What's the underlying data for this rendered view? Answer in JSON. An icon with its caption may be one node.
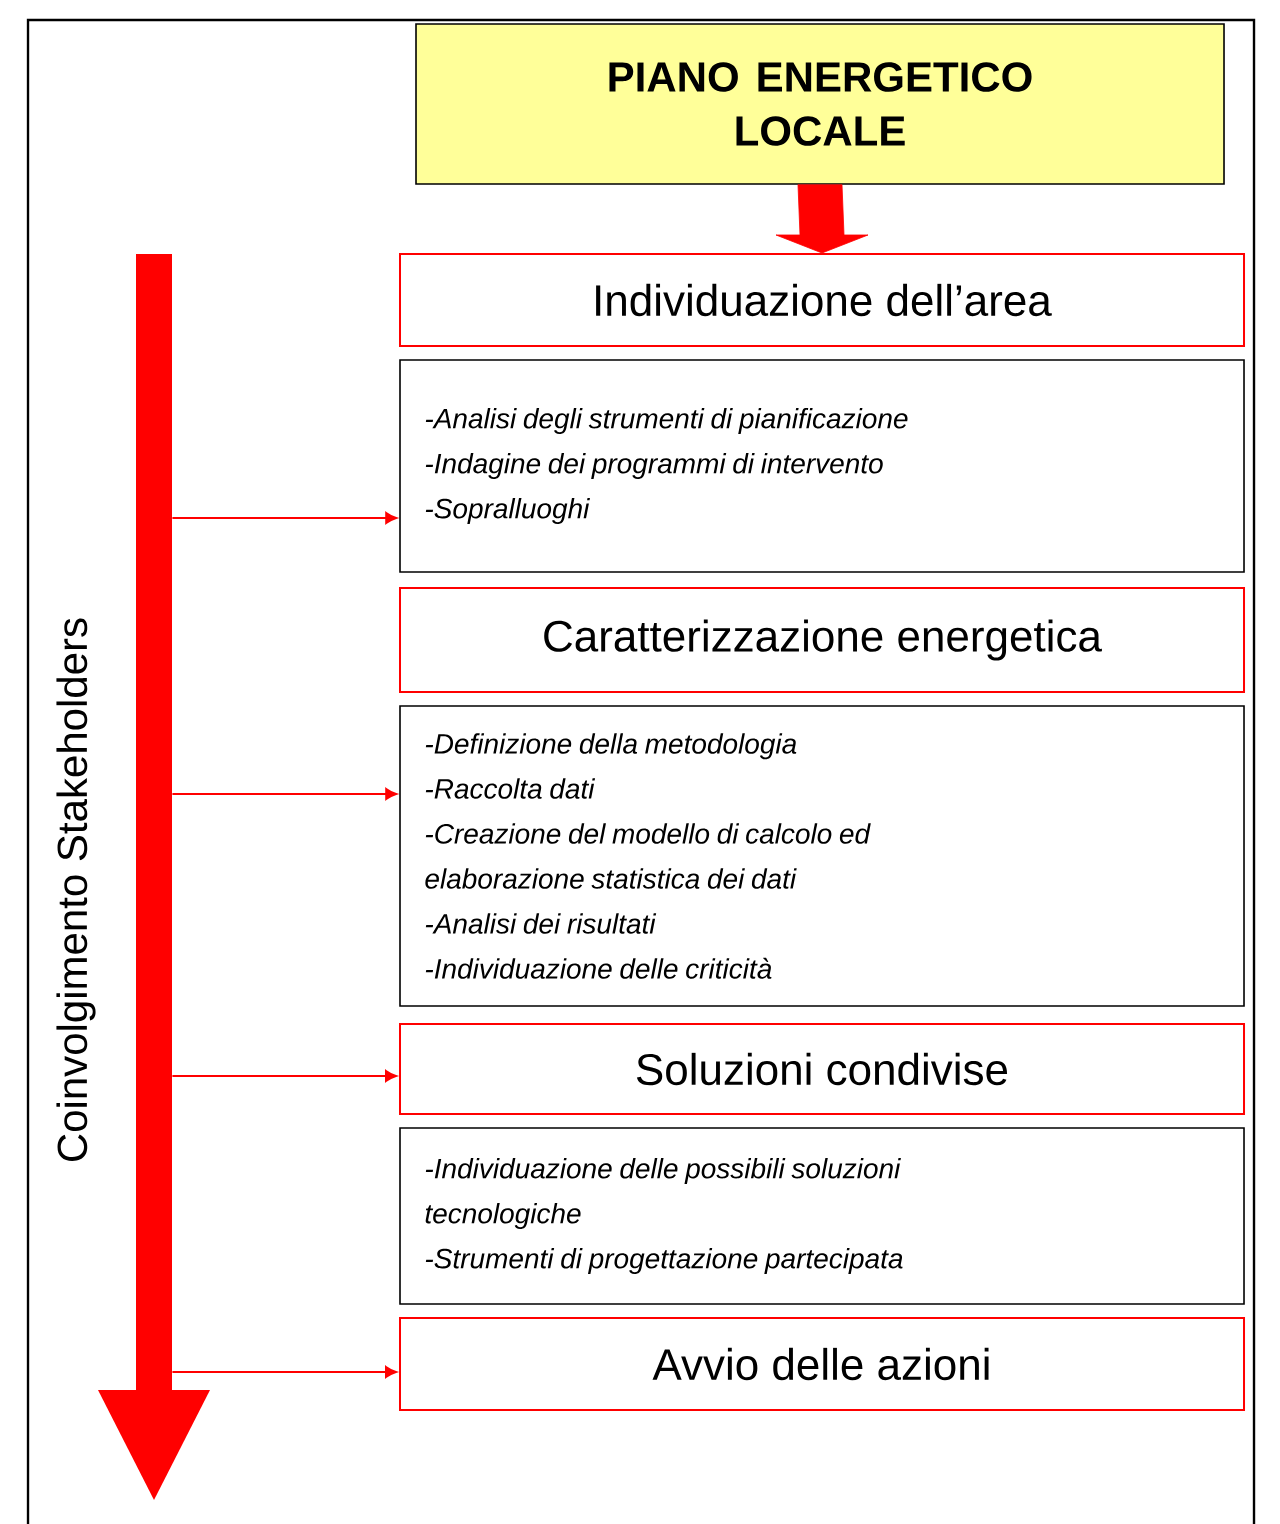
{
  "diagram": {
    "nodes": [
      {
        "text": [
          "PIANO ENERGETICO LOCALE"
        ]
      },
      {
        "text": [
          "Individuazione dell’area"
        ]
      },
      {
        "text": [
          "-Analisi degli strumenti di pianificazione",
          "-Indagine dei programmi di intervento",
          "-Sopralluoghi"
        ]
      },
      {
        "text": [
          "Caratterizzazione energetica"
        ]
      },
      {
        "text": [
          "-Definizione della metodologia",
          "-Raccolta dati",
          "-Creazione del modello di calcolo ed elaborazione statistica dei dati",
          "-Analisi dei risultati",
          "-Individuazione delle criticità"
        ]
      },
      {
        "text": [
          "Soluzioni condivise"
        ]
      },
      {
        "text": [
          "-Individuazione delle possibili soluzioni tecnologiche",
          "-Strumenti di progettazione partecipata"
        ]
      },
      {
        "text": [
          "Avvio delle azioni"
        ]
      },
      {
        "text": [],
        "shape": "arrow",
        "beside": [
          "Coinvolgimento Stakeholders"
        ]
      }
    ],
    "edges": [
      {
        "from": 0,
        "to": 1,
        "arrow": "to",
        "style": "thick"
      },
      {
        "from": 8,
        "to": 2,
        "arrow": "to"
      },
      {
        "from": 8,
        "to": 4,
        "arrow": "to"
      },
      {
        "from": 8,
        "to": 5,
        "arrow": "to"
      },
      {
        "from": 8,
        "to": 7,
        "arrow": "to"
      }
    ]
  }
}
